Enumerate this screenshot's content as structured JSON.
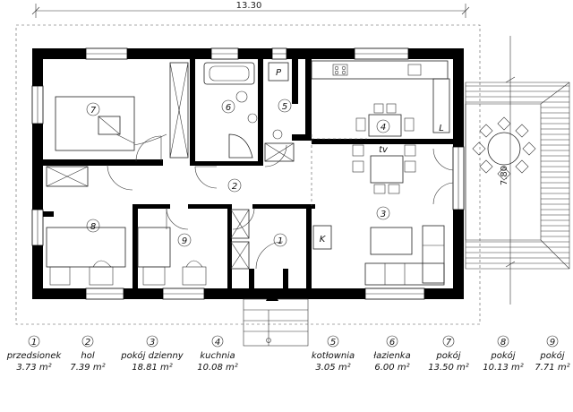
{
  "overall_width": "13.30",
  "terrace_depth": "7.80",
  "room_markers": [
    "1",
    "2",
    "3",
    "4",
    "5",
    "6",
    "7",
    "8",
    "9"
  ],
  "fixture_letters": {
    "pantry": "P",
    "fridge": "L",
    "tv": "tv",
    "fireplace": "K"
  },
  "legend": [
    {
      "num": "1",
      "name": "przedsionek",
      "area": "3.73 m²"
    },
    {
      "num": "2",
      "name": "hol",
      "area": "7.39 m²"
    },
    {
      "num": "3",
      "name": "pokój dzienny",
      "area": "18.81 m²"
    },
    {
      "num": "4",
      "name": "kuchnia",
      "area": "10.08 m²"
    },
    {
      "num": "5",
      "name": "kotłownia",
      "area": "3.05 m²"
    },
    {
      "num": "6",
      "name": "łazienka",
      "area": "6.00 m²"
    },
    {
      "num": "7",
      "name": "pokój",
      "area": "13.50 m²"
    },
    {
      "num": "8",
      "name": "pokój",
      "area": "10.13 m²"
    },
    {
      "num": "9",
      "name": "pokój",
      "area": "7.71 m²"
    }
  ]
}
